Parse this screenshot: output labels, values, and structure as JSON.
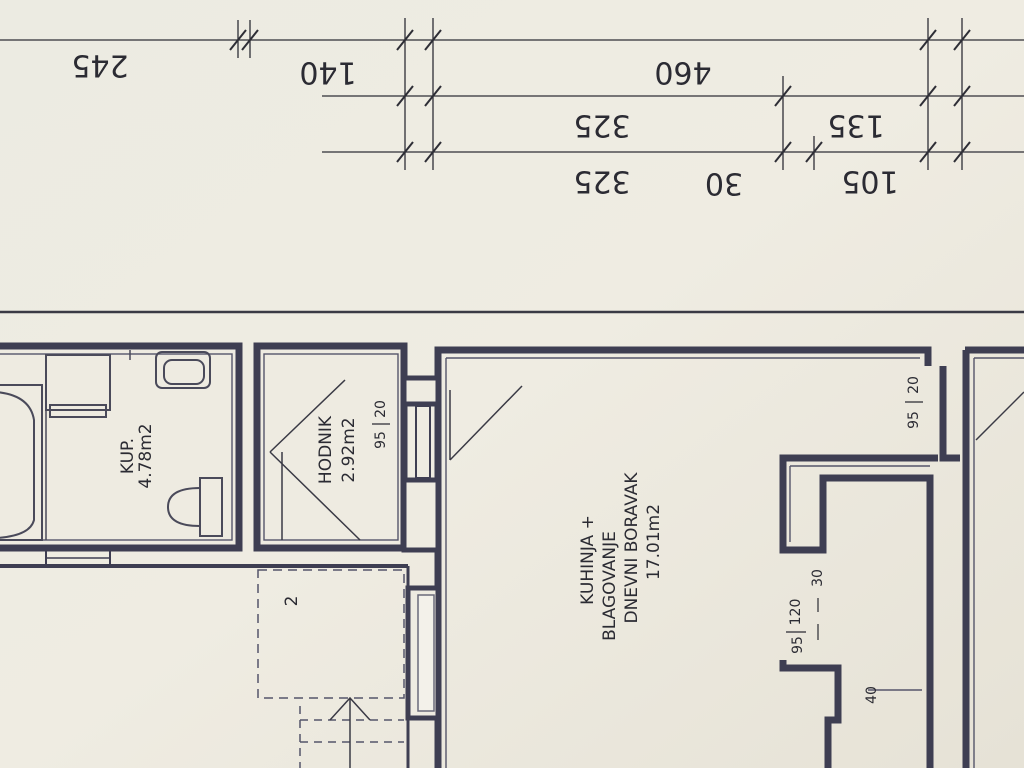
{
  "dimensions": {
    "top_row": [
      "245",
      "140",
      "460"
    ],
    "middle_row": [
      "325",
      "135"
    ],
    "bottom_row": [
      "325",
      "30",
      "105"
    ]
  },
  "rooms": {
    "bathroom": {
      "name": "KUP.",
      "area": "4.78m2"
    },
    "hallway": {
      "name": "HODNIK",
      "area": "2.92m2"
    },
    "living": {
      "line1": "KUHINJA +",
      "line2": "BLAGOVANJE",
      "line3": "DNEVNI BORAVAK",
      "line4": "17.01m2"
    }
  },
  "door_marks": {
    "hall_door": [
      "20",
      "95"
    ],
    "living_door": [
      "20",
      "95"
    ],
    "wardrobe": [
      "120",
      "30",
      "95",
      "40"
    ]
  },
  "stair_label": "2"
}
